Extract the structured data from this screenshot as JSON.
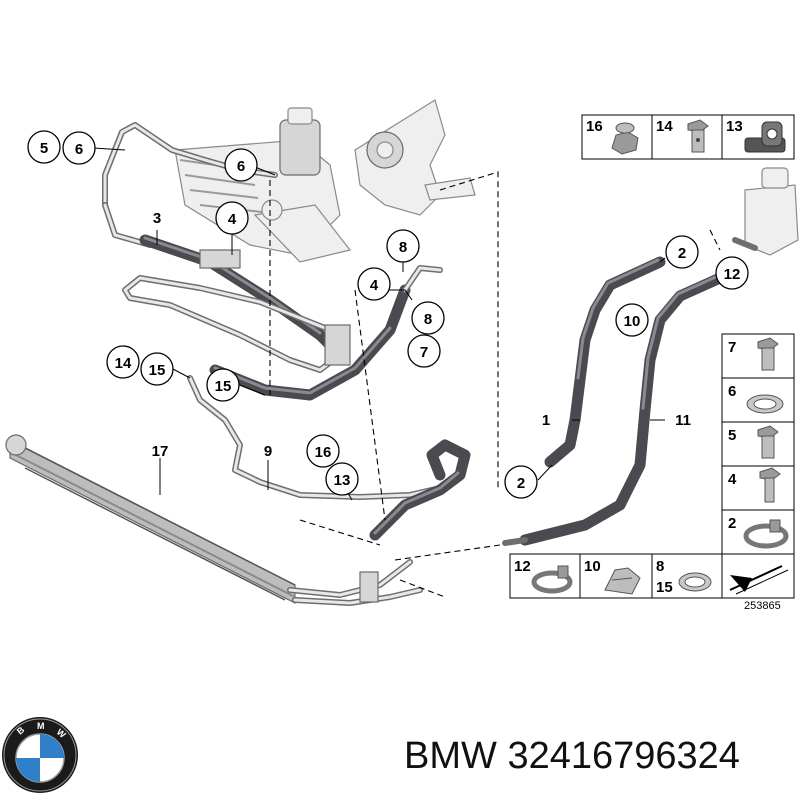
{
  "callouts": {
    "c5": "5",
    "c6a": "6",
    "c6b": "6",
    "c3": "3",
    "c4a": "4",
    "c8a": "8",
    "c4b": "4",
    "c8b": "8",
    "c7": "7",
    "c14": "14",
    "c15a": "15",
    "c15b": "15",
    "c17": "17",
    "c9": "9",
    "c16": "16",
    "c13": "13",
    "c2a": "2",
    "c12": "12",
    "c10": "10",
    "c1": "1",
    "c11": "11",
    "c2b": "2"
  },
  "legend_top": {
    "items": [
      {
        "num": "16",
        "icon": "nut-icon"
      },
      {
        "num": "14",
        "icon": "banjo-bolt-icon"
      },
      {
        "num": "13",
        "icon": "rubber-mount-icon"
      }
    ]
  },
  "legend_right": {
    "items": [
      {
        "num": "7",
        "icon": "banjo-bolt-icon"
      },
      {
        "num": "6",
        "icon": "seal-ring-icon"
      },
      {
        "num": "5",
        "icon": "banjo-bolt-icon"
      },
      {
        "num": "4",
        "icon": "hex-bolt-icon"
      },
      {
        "num": "2",
        "icon": "hose-clamp-icon"
      }
    ]
  },
  "legend_bottom": {
    "items": [
      {
        "num": "12",
        "icon": "hose-clamp-icon"
      },
      {
        "num": "10",
        "icon": "clip-icon"
      },
      {
        "num": "8",
        "num2": "15",
        "icon": "seal-ring-icon"
      },
      {
        "num": "",
        "icon": "diagram-arrow-icon"
      }
    ]
  },
  "diagram_code": "253865",
  "footer": {
    "brand": "BMW",
    "part_number": "32416796324"
  }
}
